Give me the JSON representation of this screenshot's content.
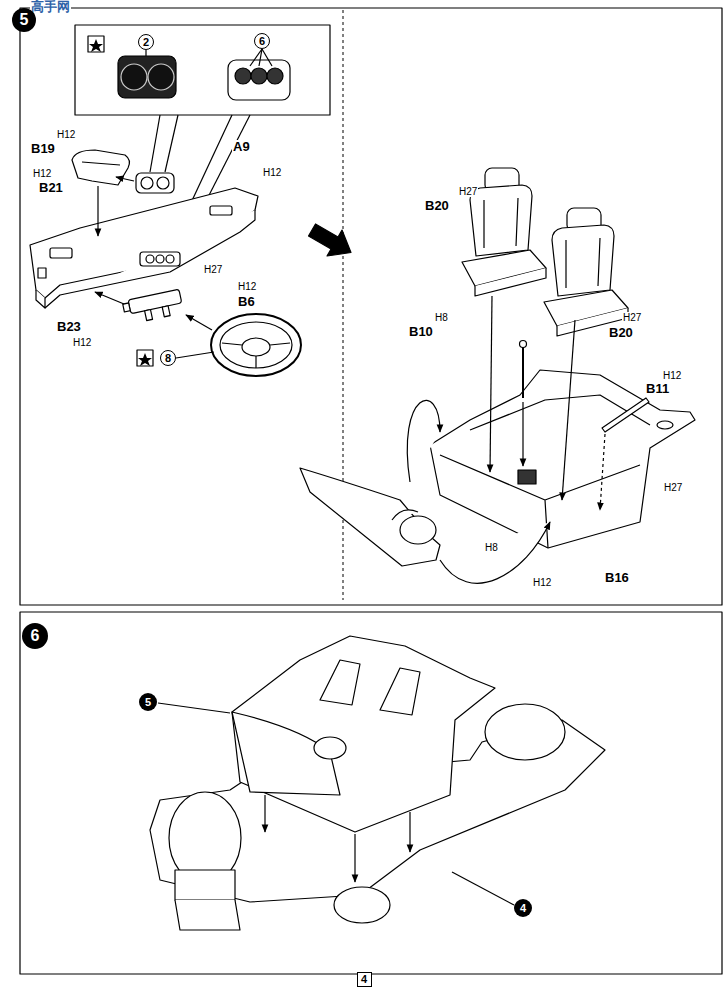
{
  "diagram": {
    "nodes": [
      {
        "text": [
          "5"
        ]
      },
      {
        "text": [
          "2"
        ]
      },
      {
        "text": [
          "6"
        ]
      },
      {
        "text": [
          "8"
        ]
      },
      {
        "text": [
          "6"
        ]
      },
      {
        "text": [
          "5"
        ]
      },
      {
        "text": [
          "4"
        ]
      },
      {
        "text": [
          "4"
        ]
      }
    ],
    "labels": [
      "高手网",
      "B19",
      "H12",
      "H12",
      "B21",
      "A9",
      "H12",
      "H27",
      "H12",
      "B6",
      "B23",
      "H12",
      "H27",
      "B20",
      "H8",
      "B10",
      "H27",
      "B20",
      "H12",
      "B11",
      "H27",
      "H8",
      "H12",
      "B16"
    ]
  }
}
